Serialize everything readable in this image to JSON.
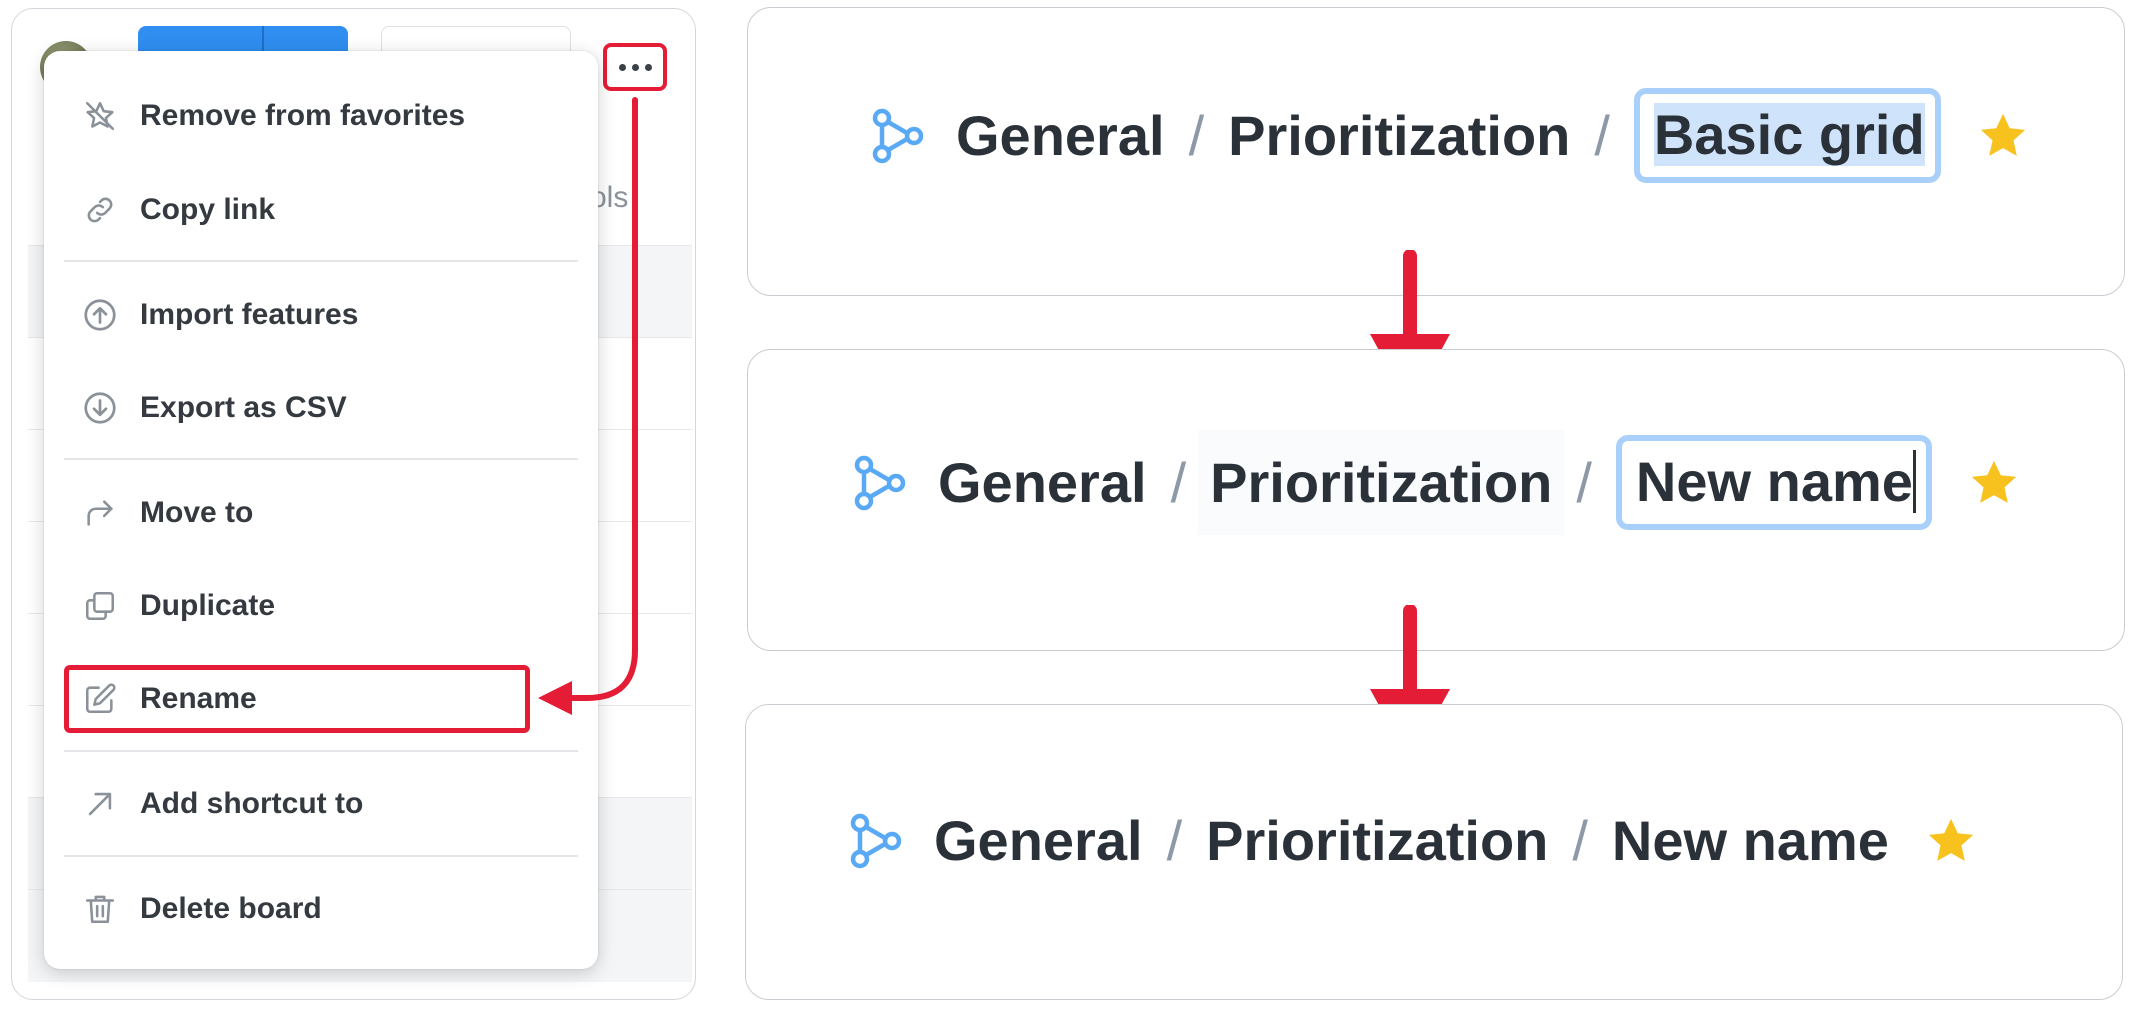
{
  "menu": {
    "items": [
      {
        "id": "remove_favorites",
        "label": "Remove from favorites",
        "icon": "star-off-icon"
      },
      {
        "id": "copy_link",
        "label": "Copy link",
        "icon": "link-icon"
      },
      {
        "id": "import_features",
        "label": "Import features",
        "icon": "upload-icon"
      },
      {
        "id": "export_csv",
        "label": "Export as CSV",
        "icon": "download-icon"
      },
      {
        "id": "move_to",
        "label": "Move to",
        "icon": "share-arrow-icon"
      },
      {
        "id": "duplicate",
        "label": "Duplicate",
        "icon": "copy-icon"
      },
      {
        "id": "rename",
        "label": "Rename",
        "icon": "edit-icon"
      },
      {
        "id": "add_shortcut",
        "label": "Add shortcut to",
        "icon": "arrow-up-right-icon"
      },
      {
        "id": "delete_board",
        "label": "Delete board",
        "icon": "trash-icon"
      }
    ]
  },
  "background": {
    "partial_tab_text": "ols"
  },
  "steps": [
    {
      "workspace": "General",
      "folder": "Prioritization",
      "name": "Basic grid",
      "separator": "/"
    },
    {
      "workspace": "General",
      "folder": "Prioritization",
      "name": "New name",
      "separator": "/"
    },
    {
      "workspace": "General",
      "folder": "Prioritization",
      "name": "New name",
      "separator": "/"
    }
  ],
  "colors": {
    "highlight_red": "#e51c35",
    "focus_blue": "#a8d0fb",
    "selection_blue": "#cfe4fb",
    "star_yellow": "#f8c21e",
    "board_icon_blue": "#5aa9f5"
  }
}
